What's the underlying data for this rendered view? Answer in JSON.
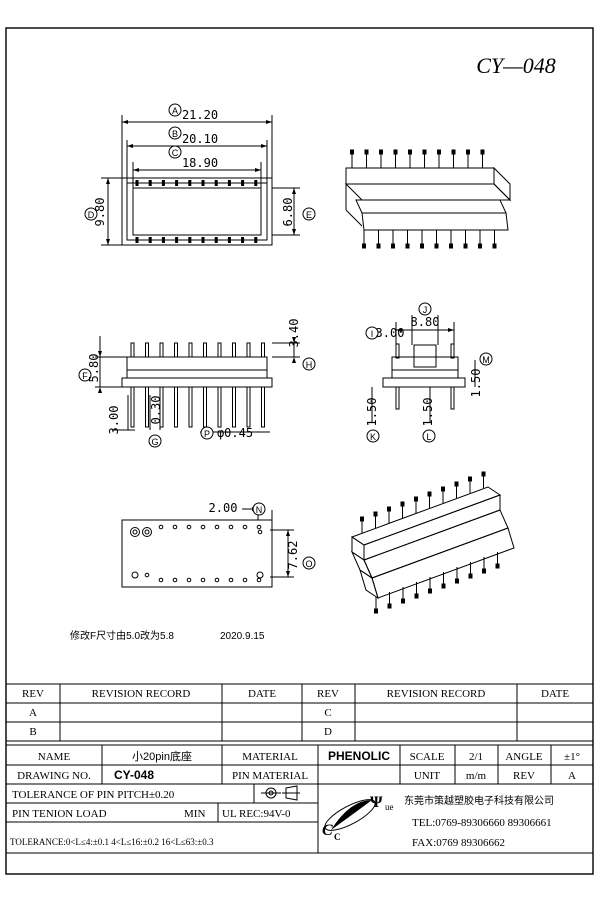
{
  "drawing_code": "CY—048",
  "dims": {
    "A": "A",
    "B": "B",
    "C": "C",
    "D": "D",
    "E": "E",
    "F": "F",
    "G": "G",
    "H": "H",
    "I": "I",
    "J": "J",
    "K": "K",
    "L": "L",
    "M": "M",
    "N": "N",
    "O": "O",
    "P": "P",
    "a_val": "21.20",
    "b_val": "20.10",
    "c_val": "18.90",
    "d_val": "9.80",
    "e_val": "6.80",
    "f_val": "5.80",
    "h_val": "3.40",
    "g_val": "0.30",
    "bottom_left_val": "3.00",
    "p_val": "φ0.45",
    "i_val": "3.00",
    "j_val": "8.80",
    "k_val": "1.50",
    "l_val": "1.50",
    "m_val": "1.50",
    "n_val": "2.00",
    "o_val": "7.62"
  },
  "revision_note": "修改F尺寸由5.0改为5.8",
  "revision_date": "2020.9.15",
  "revision_table": {
    "h_rev": "REV",
    "h_record": "REVISION RECORD",
    "h_date": "DATE",
    "rows_left": [
      "A",
      "B"
    ],
    "rows_right": [
      "C",
      "D"
    ]
  },
  "title_block": {
    "name_label": "NAME",
    "name_value": "小20pin底座",
    "material_label": "MATERIAL",
    "material_value": "PHENOLIC",
    "scale_label": "SCALE",
    "scale_value": "2/1",
    "angle_label": "ANGLE",
    "angle_value": "±1°",
    "drawing_no_label": "DRAWING NO.",
    "drawing_no_value": "CY-048",
    "pin_material_label": "PIN MATERIAL",
    "unit_label": "UNIT",
    "unit_value": "m/m",
    "rev_label": "REV",
    "rev_value": "A",
    "tolerance_pitch": "TOLERANCE OF PIN PITCH±0.20",
    "pin_tenion_load": "PIN TENION LOAD",
    "pin_min": "MIN",
    "ul_rec": "UL REC:94V-0",
    "company": "东莞市策越塑胶电子科技有限公司",
    "tel": "TEL:0769-89306660 89306661",
    "fax": "FAX:0769 89306662",
    "tolerance_line": "TOLERANCE:0<L≤4:±0.1  4<L≤16:±0.2  16<L≤63:±0.3"
  },
  "logo": {
    "letter_c": "C",
    "letter_c2": "C",
    "letter_psi": "Ψ",
    "letter_ue": "ue"
  }
}
